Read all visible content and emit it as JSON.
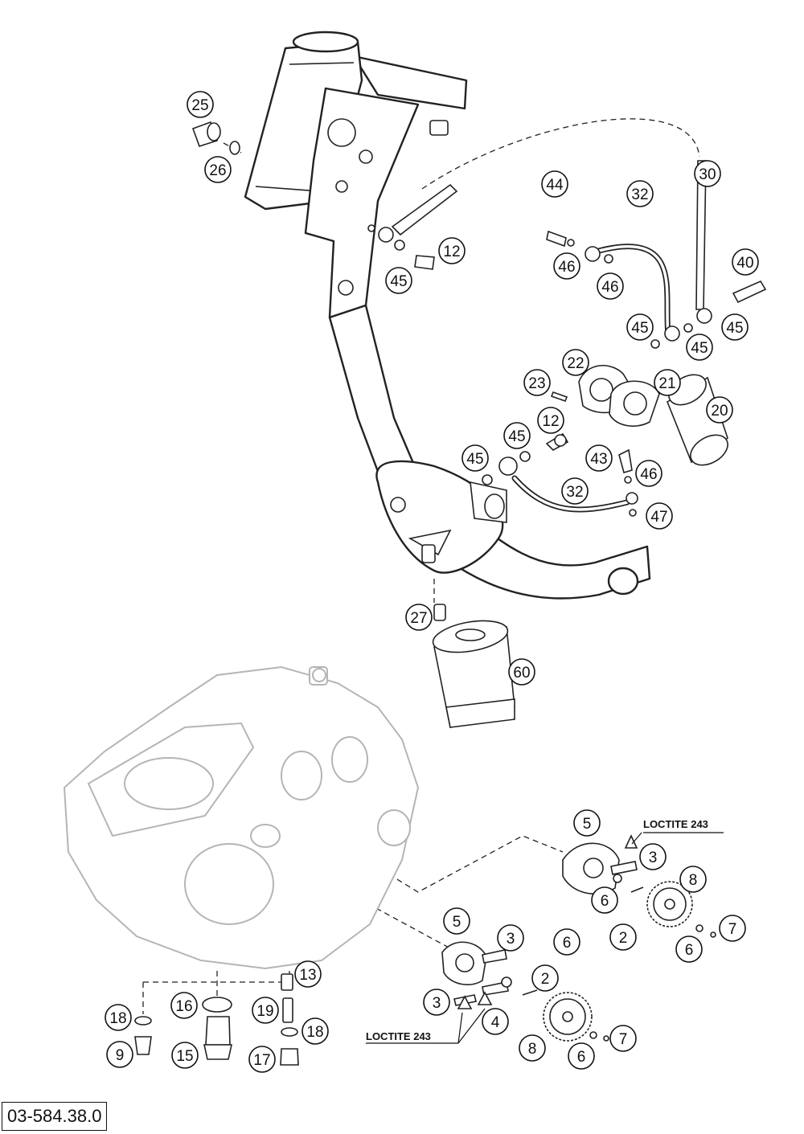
{
  "drawing_code": "03-584.38.0",
  "notes": {
    "loctite_top": "LOCTITE 243",
    "loctite_bottom": "LOCTITE 243"
  },
  "callouts": [
    {
      "id": "c25",
      "label": "25"
    },
    {
      "id": "c26",
      "label": "26"
    },
    {
      "id": "c12a",
      "label": "12"
    },
    {
      "id": "c45a",
      "label": "45"
    },
    {
      "id": "c30",
      "label": "30"
    },
    {
      "id": "c44",
      "label": "44"
    },
    {
      "id": "c32a",
      "label": "32"
    },
    {
      "id": "c46a",
      "label": "46"
    },
    {
      "id": "c46b",
      "label": "46"
    },
    {
      "id": "c40",
      "label": "40"
    },
    {
      "id": "c45b",
      "label": "45"
    },
    {
      "id": "c45c",
      "label": "45"
    },
    {
      "id": "c45d",
      "label": "45"
    },
    {
      "id": "c22",
      "label": "22"
    },
    {
      "id": "c21",
      "label": "21"
    },
    {
      "id": "c23",
      "label": "23"
    },
    {
      "id": "c20",
      "label": "20"
    },
    {
      "id": "c45e",
      "label": "45"
    },
    {
      "id": "c12b",
      "label": "12"
    },
    {
      "id": "c45f",
      "label": "45"
    },
    {
      "id": "c43",
      "label": "43"
    },
    {
      "id": "c46c",
      "label": "46"
    },
    {
      "id": "c32b",
      "label": "32"
    },
    {
      "id": "c47",
      "label": "47"
    },
    {
      "id": "c27",
      "label": "27"
    },
    {
      "id": "c60",
      "label": "60"
    },
    {
      "id": "c5a",
      "label": "5"
    },
    {
      "id": "c3a",
      "label": "3"
    },
    {
      "id": "c8a",
      "label": "8"
    },
    {
      "id": "c6a",
      "label": "6"
    },
    {
      "id": "c2a",
      "label": "2"
    },
    {
      "id": "c7a",
      "label": "7"
    },
    {
      "id": "c6b",
      "label": "6"
    },
    {
      "id": "c5b",
      "label": "5"
    },
    {
      "id": "c3b",
      "label": "3"
    },
    {
      "id": "c6c",
      "label": "6"
    },
    {
      "id": "c2b",
      "label": "2"
    },
    {
      "id": "c3c",
      "label": "3"
    },
    {
      "id": "c4",
      "label": "4"
    },
    {
      "id": "c8b",
      "label": "8"
    },
    {
      "id": "c6d",
      "label": "6"
    },
    {
      "id": "c7b",
      "label": "7"
    },
    {
      "id": "c13",
      "label": "13"
    },
    {
      "id": "c16",
      "label": "16"
    },
    {
      "id": "c18a",
      "label": "18"
    },
    {
      "id": "c19",
      "label": "19"
    },
    {
      "id": "c18b",
      "label": "18"
    },
    {
      "id": "c9",
      "label": "9"
    },
    {
      "id": "c15",
      "label": "15"
    },
    {
      "id": "c17",
      "label": "17"
    }
  ]
}
